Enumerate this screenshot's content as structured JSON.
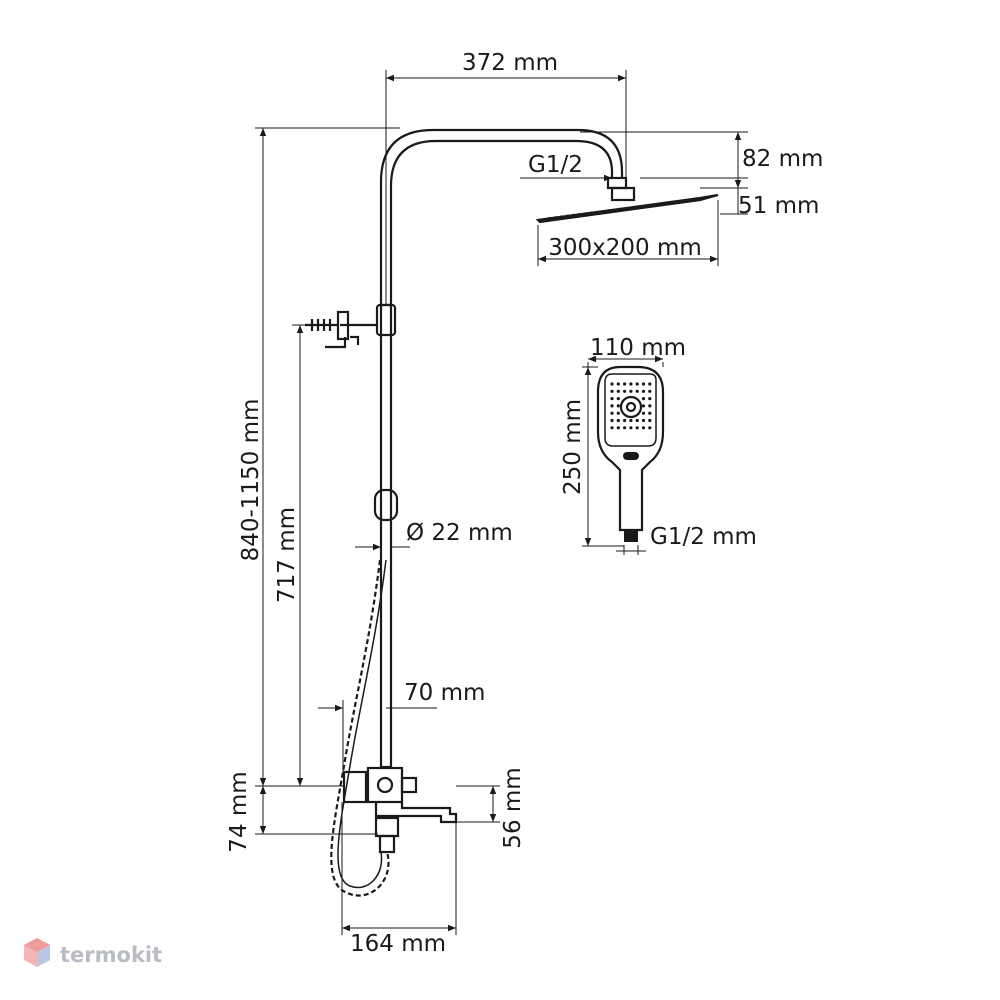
{
  "dimensions": {
    "arm_reach": "372 mm",
    "head_thread": "G1/2",
    "head_height": "82 mm",
    "head_thickness": "51 mm",
    "head_size": "300x200 mm",
    "total_height": "840-1150 mm",
    "holder_height": "717 mm",
    "pipe_diameter": "Ø 22 mm",
    "pipe_offset": "70 mm",
    "mixer_height": "74 mm",
    "spout_drop": "56 mm",
    "spout_length": "164 mm"
  },
  "hand_shower": {
    "width": "110 mm",
    "length": "250 mm",
    "thread": "G1/2 mm"
  },
  "watermark": {
    "brand": "termokit"
  }
}
